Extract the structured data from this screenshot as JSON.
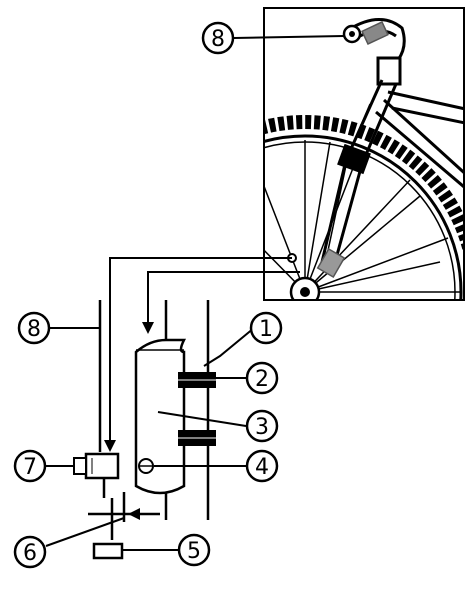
{
  "callouts": [
    {
      "id": "c8_top",
      "label": "8"
    },
    {
      "id": "c1",
      "label": "1"
    },
    {
      "id": "c2",
      "label": "2"
    },
    {
      "id": "c3",
      "label": "3"
    },
    {
      "id": "c4",
      "label": "4"
    },
    {
      "id": "c5",
      "label": "5"
    },
    {
      "id": "c6",
      "label": "6"
    },
    {
      "id": "c7",
      "label": "7"
    },
    {
      "id": "c8_left",
      "label": "8"
    }
  ]
}
